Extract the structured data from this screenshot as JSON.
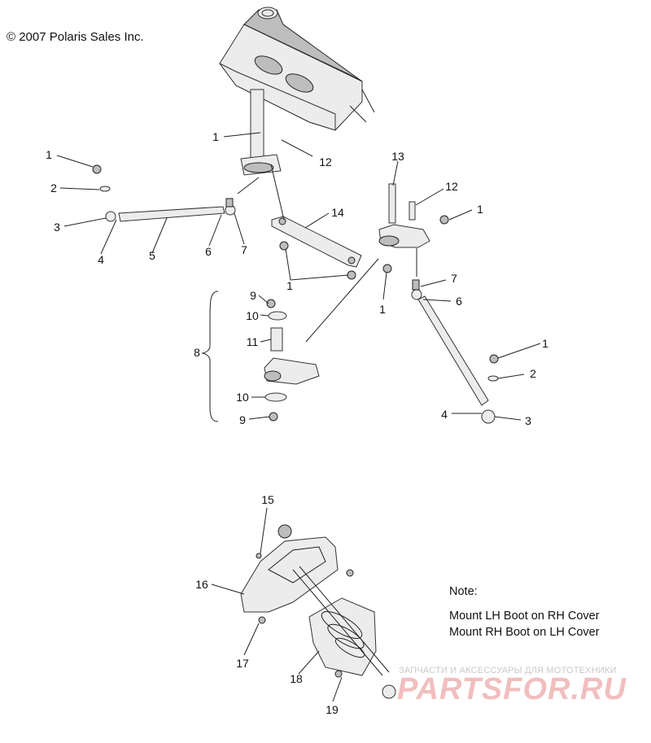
{
  "copyright": "© 2007 Polaris Sales Inc.",
  "note": {
    "title": "Note:",
    "lines": [
      "Mount LH Boot on RH Cover",
      "Mount RH Boot on LH Cover"
    ]
  },
  "watermark": {
    "tagline": "ЗАПЧАСТИ И АКСЕССУАРЫ ДЛЯ МОТОТЕХНИКИ",
    "logo": "PARTSFOR.RU"
  },
  "callouts": [
    {
      "id": "c1a",
      "label": "1"
    },
    {
      "id": "c12a",
      "label": "12"
    },
    {
      "id": "c1b",
      "label": "1"
    },
    {
      "id": "c2a",
      "label": "2"
    },
    {
      "id": "c3a",
      "label": "3"
    },
    {
      "id": "c4a",
      "label": "4"
    },
    {
      "id": "c5",
      "label": "5"
    },
    {
      "id": "c6a",
      "label": "6"
    },
    {
      "id": "c7a",
      "label": "7"
    },
    {
      "id": "c14",
      "label": "14"
    },
    {
      "id": "c1c",
      "label": "1"
    },
    {
      "id": "c13",
      "label": "13"
    },
    {
      "id": "c12b",
      "label": "12"
    },
    {
      "id": "c1d",
      "label": "1"
    },
    {
      "id": "c1e",
      "label": "1"
    },
    {
      "id": "c7b",
      "label": "7"
    },
    {
      "id": "c6b",
      "label": "6"
    },
    {
      "id": "c9a",
      "label": "9"
    },
    {
      "id": "c10a",
      "label": "10"
    },
    {
      "id": "c11",
      "label": "11"
    },
    {
      "id": "c8",
      "label": "8"
    },
    {
      "id": "c10b",
      "label": "10"
    },
    {
      "id": "c9b",
      "label": "9"
    },
    {
      "id": "c1f",
      "label": "1"
    },
    {
      "id": "c2b",
      "label": "2"
    },
    {
      "id": "c4b",
      "label": "4"
    },
    {
      "id": "c3b",
      "label": "3"
    },
    {
      "id": "c15",
      "label": "15"
    },
    {
      "id": "c16",
      "label": "16"
    },
    {
      "id": "c17",
      "label": "17"
    },
    {
      "id": "c18",
      "label": "18"
    },
    {
      "id": "c19",
      "label": "19"
    }
  ]
}
